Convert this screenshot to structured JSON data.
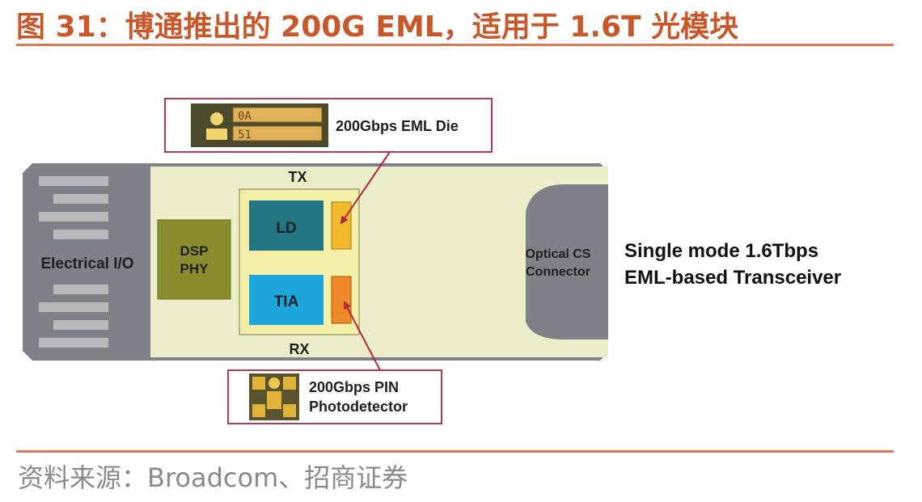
{
  "header": {
    "title": "图 31：博通推出的 200G EML，适用于 1.6T 光模块"
  },
  "diagram": {
    "electrical_io": "Electrical I/O",
    "dsp_line1": "DSP",
    "dsp_line2": "PHY",
    "tx_label": "TX",
    "rx_label": "RX",
    "ld_label": "LD",
    "tia_label": "TIA",
    "connector_line1": "Optical CS",
    "connector_line2": "Connector",
    "eml_callout": "200Gbps EML Die",
    "eml_die_code1": "0A",
    "eml_die_code2": "51",
    "pin_callout_line1": "200Gbps PIN",
    "pin_callout_line2": "Photodetector",
    "transceiver_line1": "Single mode 1.6Tbps",
    "transceiver_line2": "EML-based Transceiver"
  },
  "colors": {
    "accent": "#c8572a",
    "module_body": "#ecedc9",
    "module_metal": "#7f8188",
    "dsp": "#8b8c2c",
    "ld": "#217682",
    "tia": "#1da6dc",
    "eml_chip": "#f3ba2e",
    "pin_chip": "#ef8a2b",
    "callout_border": "#b7394a",
    "arrow": "#b1283d"
  },
  "footer": {
    "source": "资料来源：Broadcom、招商证券"
  }
}
